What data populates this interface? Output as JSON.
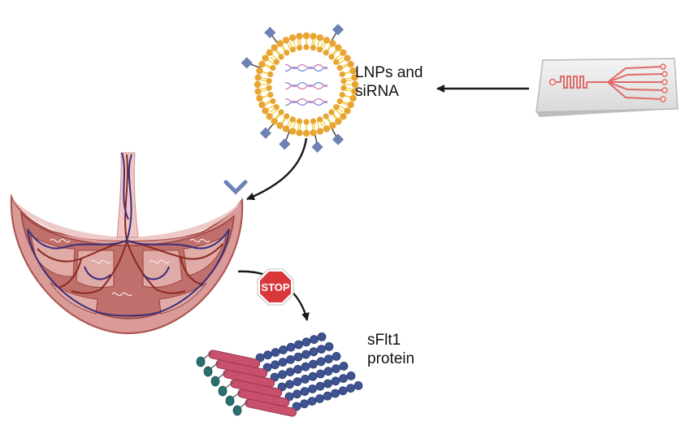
{
  "labels": {
    "lnp_line1": "LNPs and",
    "lnp_line2": "siRNA",
    "protein_line1": "sFlt1",
    "protein_line2": "protein"
  },
  "stop_sign": {
    "text": "STOP"
  },
  "colors": {
    "lipid_head": "#e8a531",
    "lipid_tail": "#f3d24a",
    "peg": "#6c82b4",
    "sirna_pink": "#d47bb6",
    "sirna_blue": "#7c8bd4",
    "placenta_outer": "#d99a98",
    "placenta_inner": "#b7605c",
    "vessel_red": "#8b2a1f",
    "vessel_blue": "#3a2e7a",
    "stop_red": "#d9373a",
    "protein_pink": "#c8506c",
    "protein_bead": "#3f5392",
    "protein_teal": "#2a6e6e",
    "chip_channel": "#e06a6a",
    "arrow": "#1a1a1a"
  },
  "icons": [
    "microfluidic-chip-icon",
    "lipid-nanoparticle-icon",
    "placenta-icon",
    "stop-sign-icon",
    "sflt1-protein-icon"
  ]
}
